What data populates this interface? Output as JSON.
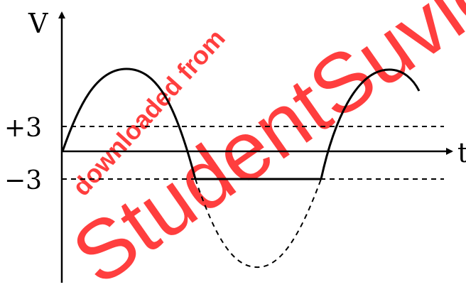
{
  "diagram": {
    "y_axis_label": "V",
    "x_axis_label": "t",
    "upper_level_label": "+3",
    "lower_level_label": "−3",
    "upper_level_value": 3,
    "lower_level_value": -3
  },
  "watermark": {
    "small_text": "downloaded from",
    "large_text": "StudentSuvidha"
  },
  "colors": {
    "ink": "#000000",
    "watermark": "#ff2a2a",
    "background": "#ffffff"
  }
}
